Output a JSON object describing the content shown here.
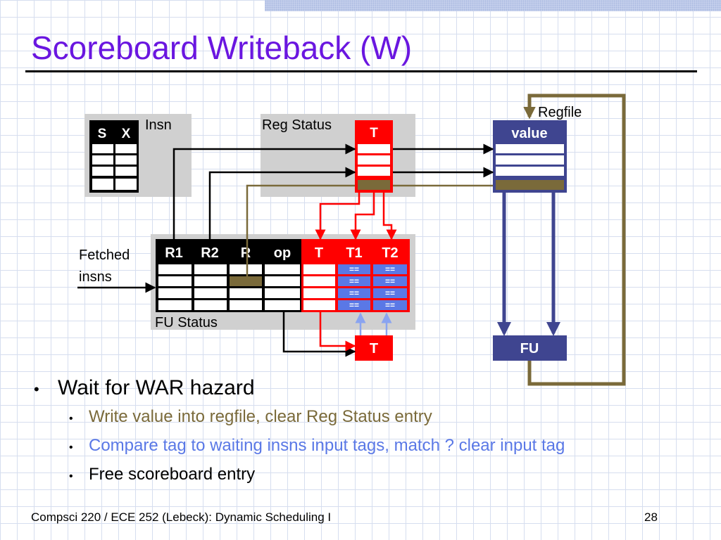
{
  "slide": {
    "title": "Scoreboard Writeback (W)",
    "footer": "Compsci 220 / ECE 252 (Lebeck): Dynamic Scheduling I",
    "page_number": "28"
  },
  "diagram": {
    "insn_label": "Insn",
    "insn_cols": [
      "S",
      "X"
    ],
    "reg_status_label": "Reg Status",
    "reg_status_col": "T",
    "regfile_label": "Regfile",
    "regfile_col": "value",
    "fetched_label_line1": "Fetched",
    "fetched_label_line2": "insns",
    "fu_status_label": "FU Status",
    "fu_status_cols": [
      "R1",
      "R2",
      "R",
      "op",
      "T",
      "T1",
      "T2"
    ],
    "compare_symbol": "==",
    "t_box_label": "T",
    "fu_box_label": "FU"
  },
  "bullets": {
    "main": "Wait for WAR hazard",
    "sub": [
      {
        "text": "Write value into regfile, clear Reg Status entry",
        "color": "#7a6a3a"
      },
      {
        "text": "Compare tag to waiting insns input tags, match ? clear input tag",
        "color": "#5a78e6"
      },
      {
        "text": "Free scoreboard entry",
        "color": "#000000"
      }
    ]
  },
  "colors": {
    "title": "#6a16e0",
    "red": "#ff0000",
    "navy": "#3f4590",
    "olive": "#7a6a3a",
    "compare_blue": "#5a78e6",
    "panel_gray": "#d0d0d0"
  }
}
